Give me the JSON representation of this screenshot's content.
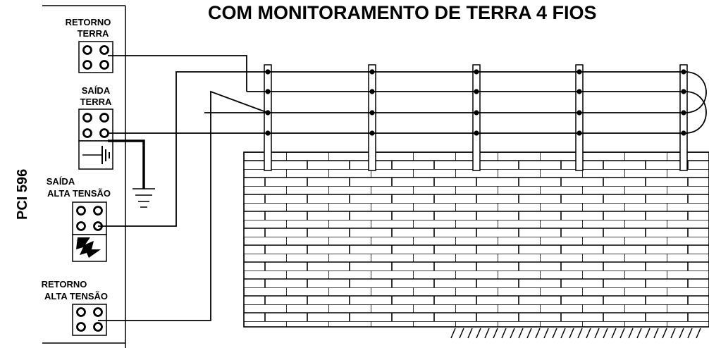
{
  "title": "COM MONITORAMENTO DE TERRA 4 FIOS",
  "board_label": "PCI 596",
  "terminals": [
    {
      "line1": "RETORNO",
      "line2": "TERRA"
    },
    {
      "line1": "SAÍDA",
      "line2": "TERRA"
    },
    {
      "line1": "SAÍDA",
      "line2": "ALTA TENSÃO"
    },
    {
      "line1": "RETORNO",
      "line2": "ALTA TENSÃO"
    }
  ],
  "colors": {
    "line": "#000000",
    "background": "#ffffff"
  },
  "icons": {
    "ground": "ground-symbol-icon",
    "lightning": "high-voltage-lightning-icon",
    "wall": "brick-wall"
  }
}
